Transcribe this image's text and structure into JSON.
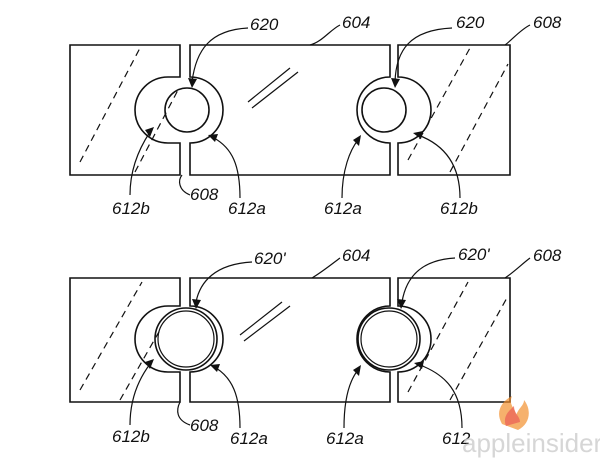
{
  "figure": {
    "top": {
      "labels": {
        "pin_left": "620",
        "bar": "604",
        "pin_right": "620",
        "outer_right": "608",
        "outer_left_mid": "608",
        "bot_1": "612b",
        "bot_2": "612a",
        "bot_3": "612a",
        "bot_4": "612b"
      }
    },
    "bottom": {
      "labels": {
        "pin_left": "620'",
        "bar": "604",
        "pin_right": "620'",
        "outer_right": "608",
        "outer_left_mid": "608",
        "bot_1": "612b",
        "bot_2": "612a",
        "bot_3": "612a",
        "bot_4": "612"
      }
    }
  },
  "watermark": {
    "text": "appleinsider"
  }
}
